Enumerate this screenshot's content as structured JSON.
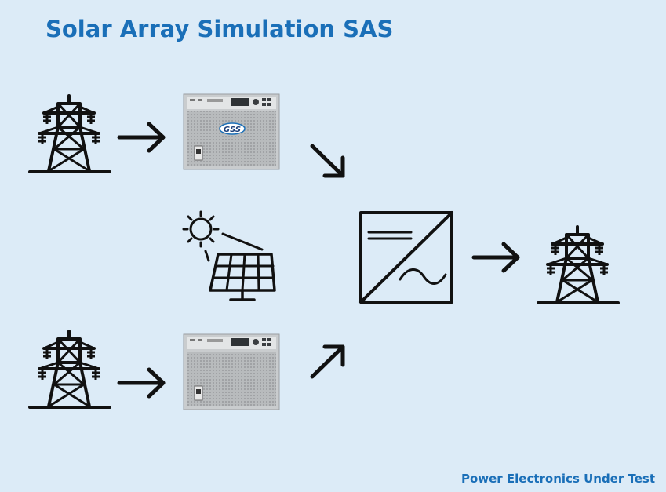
{
  "title": "Solar Array Simulation SAS",
  "footer": "Power Electronics Under Test",
  "device_top": {
    "logo": "GSS"
  },
  "icons": {
    "grid_tower": "transmission-tower-icon",
    "device": "power-supply-device",
    "solar": "solar-panel-with-sun-icon",
    "inverter": "dc-ac-inverter-icon",
    "arrow": "arrow-icon"
  },
  "colors": {
    "background": "#dcebf7",
    "accent": "#1a6fb8",
    "ink": "#111111"
  }
}
